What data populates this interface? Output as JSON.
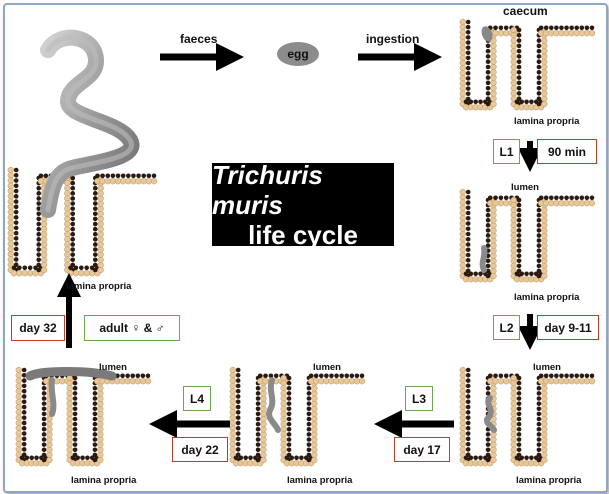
{
  "title": {
    "line1": "Trichuris muris",
    "line2": "life cycle"
  },
  "transitions": {
    "faeces": "faeces",
    "egg": "egg",
    "ingestion": "ingestion"
  },
  "labels": {
    "caecum": "caecum",
    "lumen": "lumen",
    "lamina_propria": "lamina propria"
  },
  "stages": [
    {
      "stage": "L1",
      "time": "90 min"
    },
    {
      "stage": "L2",
      "time": "day 9-11"
    },
    {
      "stage": "L3",
      "time": "day 17"
    },
    {
      "stage": "L4",
      "time": "day 22"
    },
    {
      "stage": "adult ♀ & ♂",
      "time": "day 32"
    }
  ],
  "colors": {
    "title_bg": "#000000",
    "stage_border": "#6aa84f",
    "time_border": "#c0392b",
    "worm": "#9a9a9a",
    "cell": "#e8c89a",
    "nucleus": "#2a1a12"
  }
}
